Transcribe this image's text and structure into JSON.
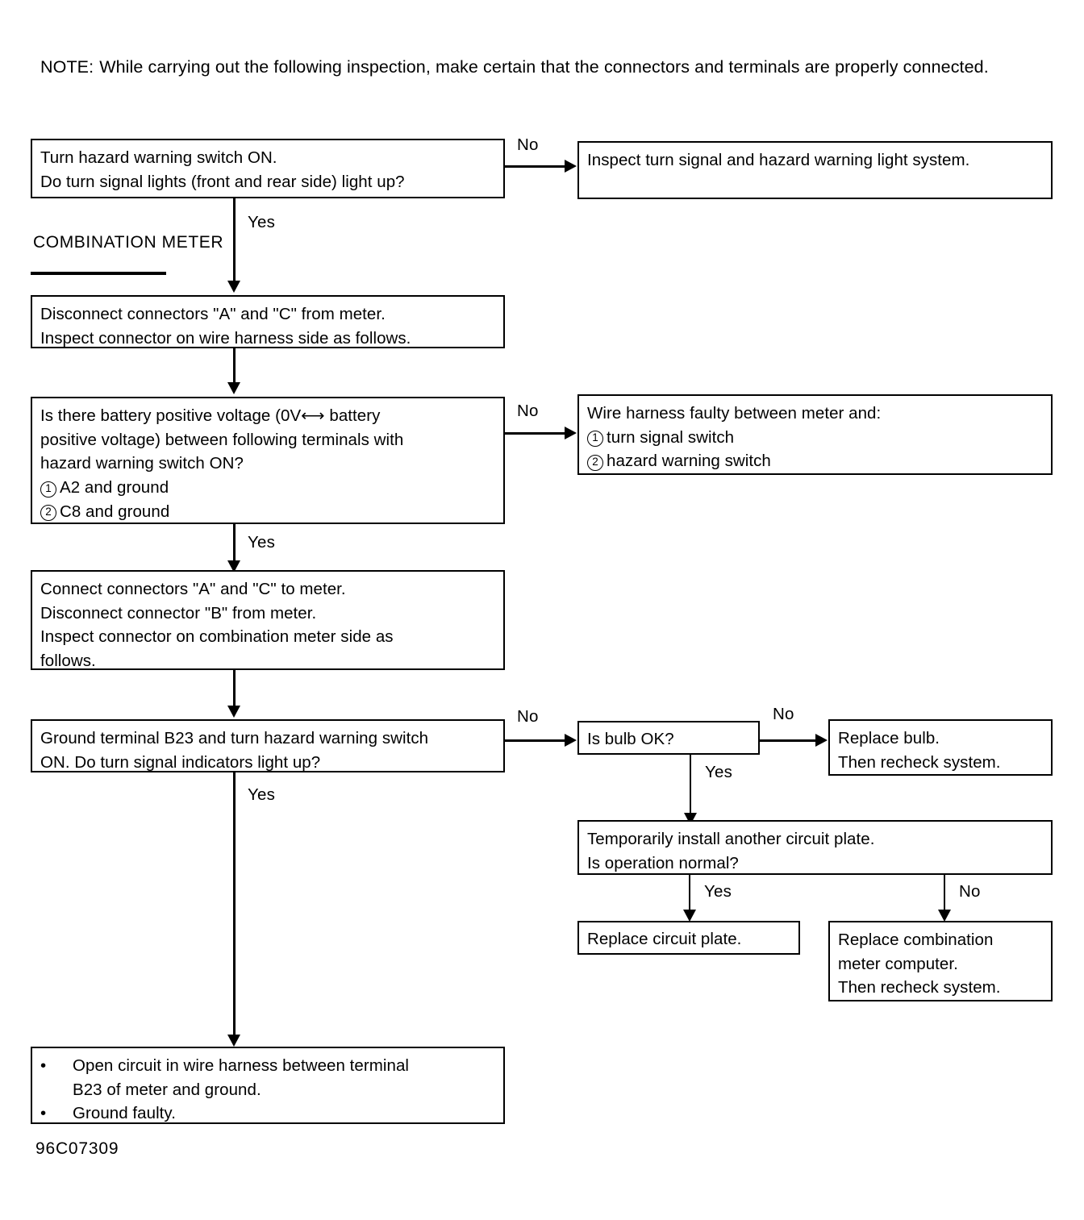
{
  "note": {
    "label": "NOTE:",
    "text": "While carrying out the following inspection, make certain that the connectors and terminals are properly connected."
  },
  "section": {
    "line1": "COMBINATION",
    "line2": "METER"
  },
  "figure_id": "96C07309",
  "edge_labels": {
    "no1": "No",
    "yes1": "Yes",
    "no2": "No",
    "yes2": "Yes",
    "no3": "No",
    "yes3": "Yes",
    "no4": "No",
    "yes4": "Yes",
    "yes5": "Yes",
    "no5": "No"
  },
  "chart_data": {
    "type": "diagram",
    "title": "Turn signal / hazard warning indicator troubleshooting flowchart",
    "nodes": [
      {
        "id": "n1",
        "kind": "decision",
        "lines": [
          "Turn hazard warning switch ON.",
          "Do turn signal lights (front and rear side) light up?"
        ]
      },
      {
        "id": "n2",
        "kind": "terminal",
        "lines": [
          "Inspect turn signal and hazard warning light system."
        ]
      },
      {
        "id": "n3",
        "kind": "process",
        "lines": [
          "Disconnect connectors \"A\" and \"C\" from meter.",
          "Inspect connector on wire harness side as follows."
        ]
      },
      {
        "id": "n4",
        "kind": "decision",
        "lines": [
          "Is there battery positive voltage (0V⟷ battery",
          "positive voltage) between following terminals with",
          "hazard warning switch ON?"
        ],
        "items": [
          {
            "num": "1",
            "text": "A2 and ground"
          },
          {
            "num": "2",
            "text": "C8 and ground"
          }
        ]
      },
      {
        "id": "n5",
        "kind": "terminal",
        "lines": [
          "Wire harness faulty between meter and:"
        ],
        "items": [
          {
            "num": "1",
            "text": "turn signal switch"
          },
          {
            "num": "2",
            "text": "hazard warning switch"
          }
        ]
      },
      {
        "id": "n6",
        "kind": "process",
        "lines": [
          "Connect connectors \"A\" and \"C\" to meter.",
          "Disconnect connector \"B\" from meter.",
          "Inspect connector on combination meter side as",
          "follows."
        ]
      },
      {
        "id": "n7",
        "kind": "decision",
        "lines": [
          "Ground terminal B23 and turn hazard warning switch",
          "ON. Do turn signal indicators light up?"
        ]
      },
      {
        "id": "n8",
        "kind": "decision",
        "lines": [
          "Is bulb OK?"
        ]
      },
      {
        "id": "n9",
        "kind": "terminal",
        "lines": [
          "Replace bulb.",
          "Then recheck system."
        ]
      },
      {
        "id": "n10",
        "kind": "decision",
        "lines": [
          "Temporarily install another circuit plate.",
          "Is operation normal?"
        ]
      },
      {
        "id": "n11",
        "kind": "terminal",
        "lines": [
          "Replace circuit plate."
        ]
      },
      {
        "id": "n12",
        "kind": "terminal",
        "lines": [
          "Replace combination",
          "meter computer.",
          "Then recheck system."
        ]
      },
      {
        "id": "n13",
        "kind": "terminal",
        "bullets": [
          {
            "line1": "Open circuit in wire harness between terminal",
            "line2": "B23 of meter and ground."
          },
          {
            "line1": "Ground faulty.",
            "line2": ""
          }
        ]
      }
    ],
    "edges": [
      {
        "from": "n1",
        "to": "n2",
        "label": "No"
      },
      {
        "from": "n1",
        "to": "n3",
        "label": "Yes"
      },
      {
        "from": "n3",
        "to": "n4",
        "label": ""
      },
      {
        "from": "n4",
        "to": "n5",
        "label": "No"
      },
      {
        "from": "n4",
        "to": "n6",
        "label": "Yes"
      },
      {
        "from": "n6",
        "to": "n7",
        "label": ""
      },
      {
        "from": "n7",
        "to": "n8",
        "label": "No"
      },
      {
        "from": "n7",
        "to": "n13",
        "label": "Yes"
      },
      {
        "from": "n8",
        "to": "n9",
        "label": "No"
      },
      {
        "from": "n8",
        "to": "n10",
        "label": "Yes"
      },
      {
        "from": "n10",
        "to": "n11",
        "label": "Yes"
      },
      {
        "from": "n10",
        "to": "n12",
        "label": "No"
      }
    ]
  }
}
